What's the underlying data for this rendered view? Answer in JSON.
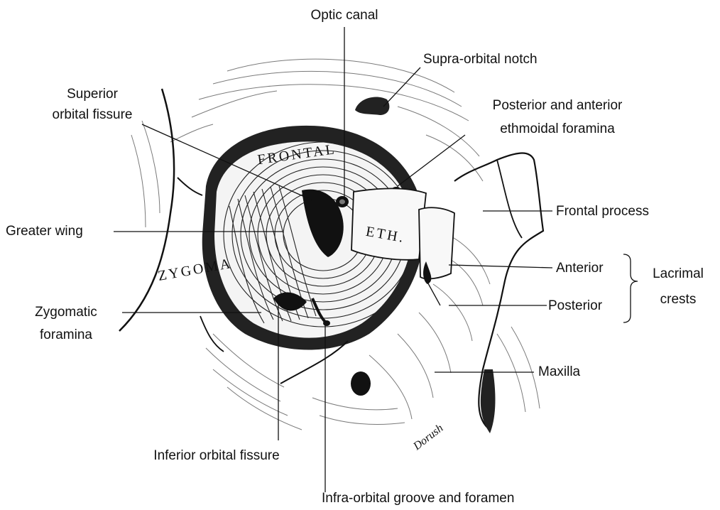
{
  "labels": {
    "optic_canal": "Optic canal",
    "supraorbital_notch": "Supra-orbital notch",
    "superior_orbital_fissure_1": "Superior",
    "superior_orbital_fissure_2": "orbital fissure",
    "ethmoidal_foramina_1": "Posterior and anterior",
    "ethmoidal_foramina_2": "ethmoidal foramina",
    "greater_wing": "Greater wing",
    "frontal_process": "Frontal process",
    "anterior": "Anterior",
    "posterior": "Posterior",
    "lacrimal_crests_1": "Lacrimal",
    "lacrimal_crests_2": "crests",
    "zygomatic_foramina_1": "Zygomatic",
    "zygomatic_foramina_2": "foramina",
    "maxilla": "Maxilla",
    "inferior_orbital_fissure": "Inferior orbital fissure",
    "infraorbital_groove": "Infra-orbital groove and foramen"
  },
  "bone_letters": {
    "frontal": "FRONTAL",
    "ethmoid": "ETH.",
    "zygoma": "ZYGOMA"
  },
  "signature": "Dorush"
}
